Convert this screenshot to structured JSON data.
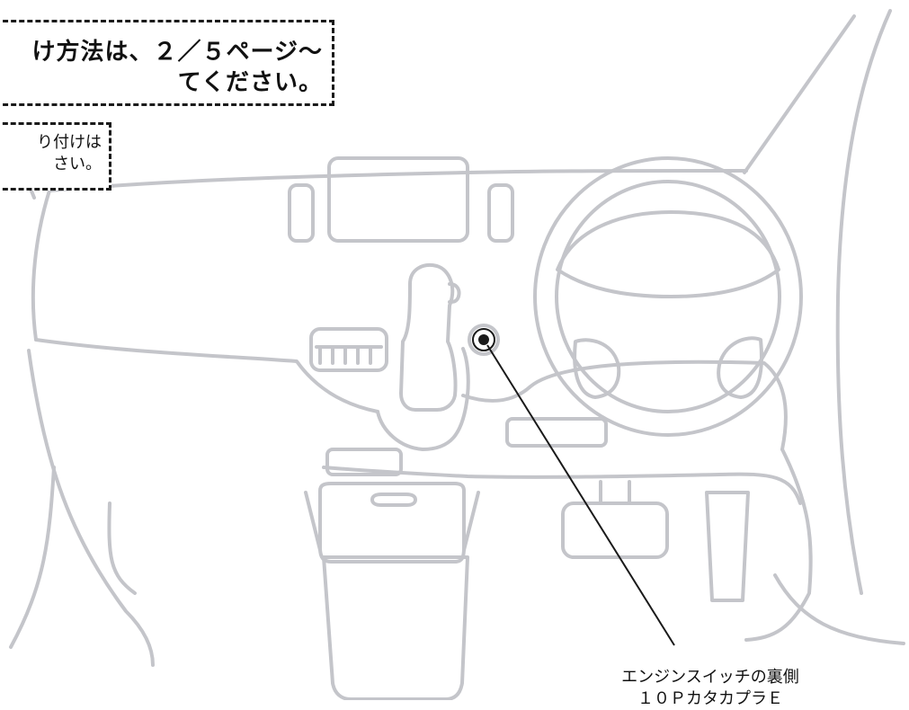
{
  "notes": {
    "install_method": [
      "け方法は、２／５ページ～",
      "てください。"
    ],
    "mounting": [
      "り付けは",
      "さい。"
    ]
  },
  "callout": {
    "lines": [
      "エンジンスイッチの裏側",
      "１０ＰカタカプラＥ"
    ]
  },
  "colors": {
    "outline": "#c4c5ca",
    "leader": "#1a1a1a",
    "box_border": "#1a1a1a"
  }
}
